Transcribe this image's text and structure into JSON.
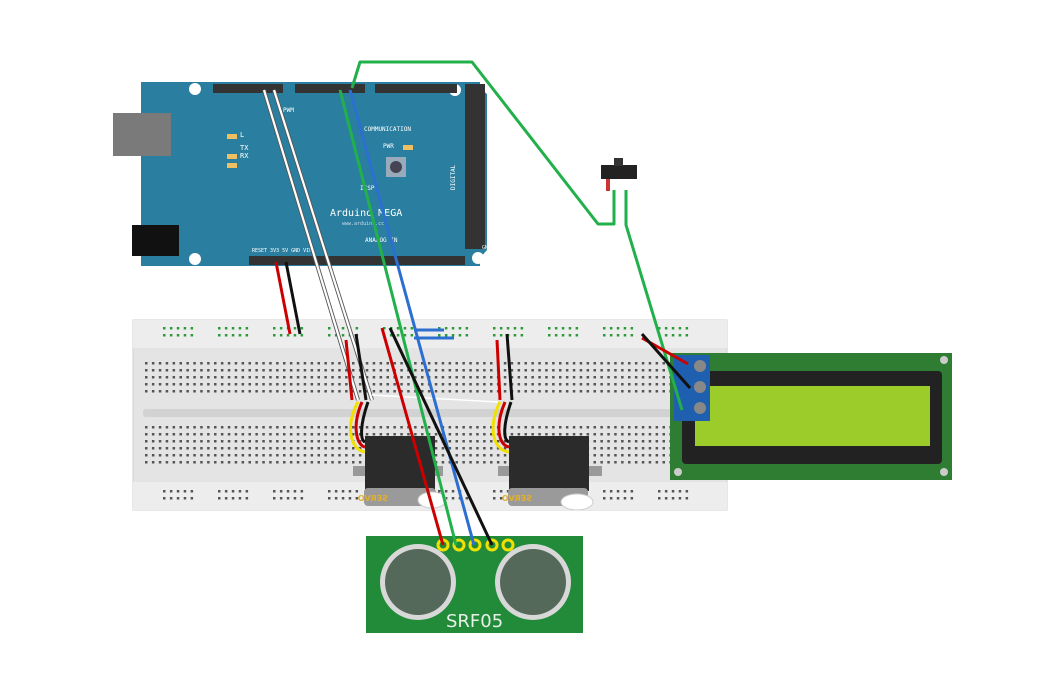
{
  "arduino": {
    "name": "Arduino MEGA",
    "url": "www.arduino.cc",
    "labels": {
      "pwm": "PWM",
      "communication": "COMMUNICATION",
      "digital": "DIGITAL",
      "analog_in": "ANALOG IN",
      "l": "L",
      "tx": "TX",
      "rx": "RX",
      "pwr": "PWR",
      "icsp": "ICSP",
      "gnd": "GND",
      "power_pins": "RESET 3V3 5V GND VIN"
    },
    "color": "#2a7fa0"
  },
  "sensor": {
    "name": "SRF05",
    "color": "#228b3a"
  },
  "servos": [
    {
      "label": "SERVO"
    },
    {
      "label": "SERVO"
    }
  ],
  "lcd": {
    "screen_color": "#9ccc2a",
    "board_color": "#2e7d32"
  },
  "wire_colors": {
    "red": "#cc0000",
    "black": "#111111",
    "white": "#ffffff",
    "green": "#22b04a",
    "blue": "#2d6fd0",
    "yellow": "#f2e000"
  }
}
